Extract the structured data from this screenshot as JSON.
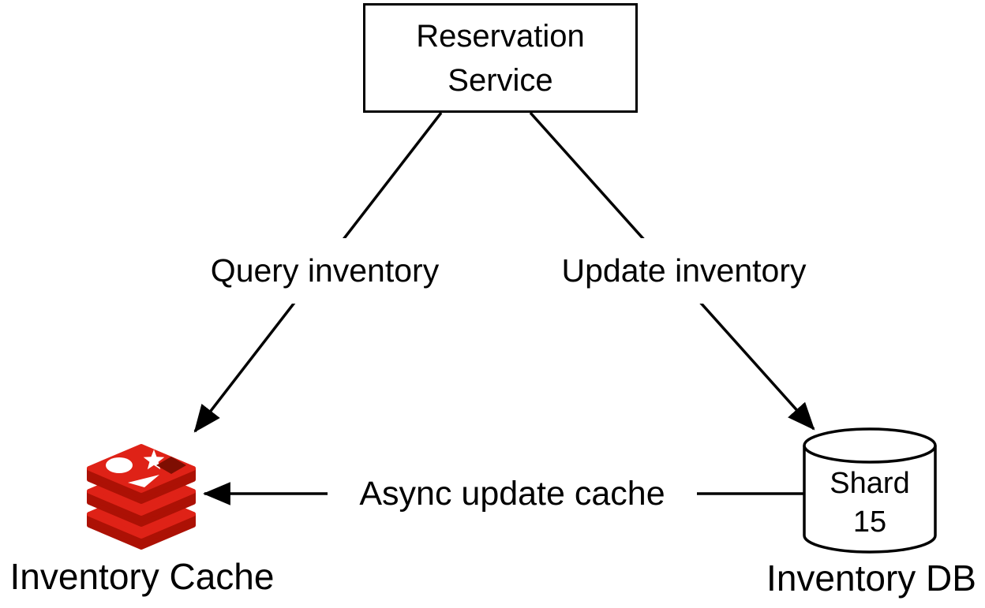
{
  "nodes": {
    "service": {
      "label": "Reservation Service"
    },
    "cache": {
      "label": "Inventory Cache",
      "icon": "redis"
    },
    "db": {
      "label": "Inventory DB",
      "cylinder_text": "Shard 15"
    }
  },
  "edges": {
    "query": {
      "label": "Query inventory",
      "from": "service",
      "to": "cache"
    },
    "update": {
      "label": "Update inventory",
      "from": "service",
      "to": "db"
    },
    "async": {
      "label": "Async update cache",
      "from": "db",
      "to": "cache"
    }
  },
  "colors": {
    "stroke": "#000000",
    "background": "#ffffff",
    "redis_red": "#df2217",
    "redis_dark_red": "#ac1105",
    "redis_hole": "#7e0e02",
    "redis_shapes": "#ffffff"
  }
}
